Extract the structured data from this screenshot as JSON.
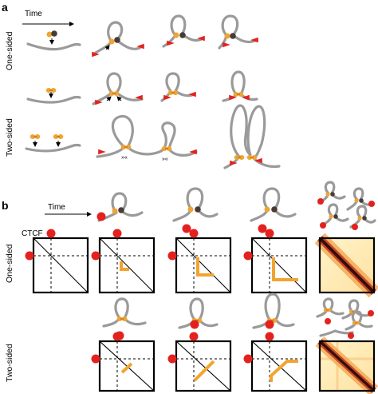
{
  "panel_a": {
    "label": "a",
    "time_label": "Time",
    "row_one_sided": "One-sided",
    "row_two_sided": "Two-sided"
  },
  "panel_b": {
    "label": "b",
    "time_label": "Time",
    "ctcf_label": "CTCF",
    "row_one_sided": "One-sided",
    "row_two_sided": "Two-sided"
  },
  "colors": {
    "fiber": "#9a9a9a",
    "extruder": "#f2a431",
    "motor_one_sided": "#4a3a35",
    "ctcf_barrier": "#e3221f",
    "contact_map_high": "#3a0c0c",
    "contact_map_low": "#fff3c8"
  }
}
